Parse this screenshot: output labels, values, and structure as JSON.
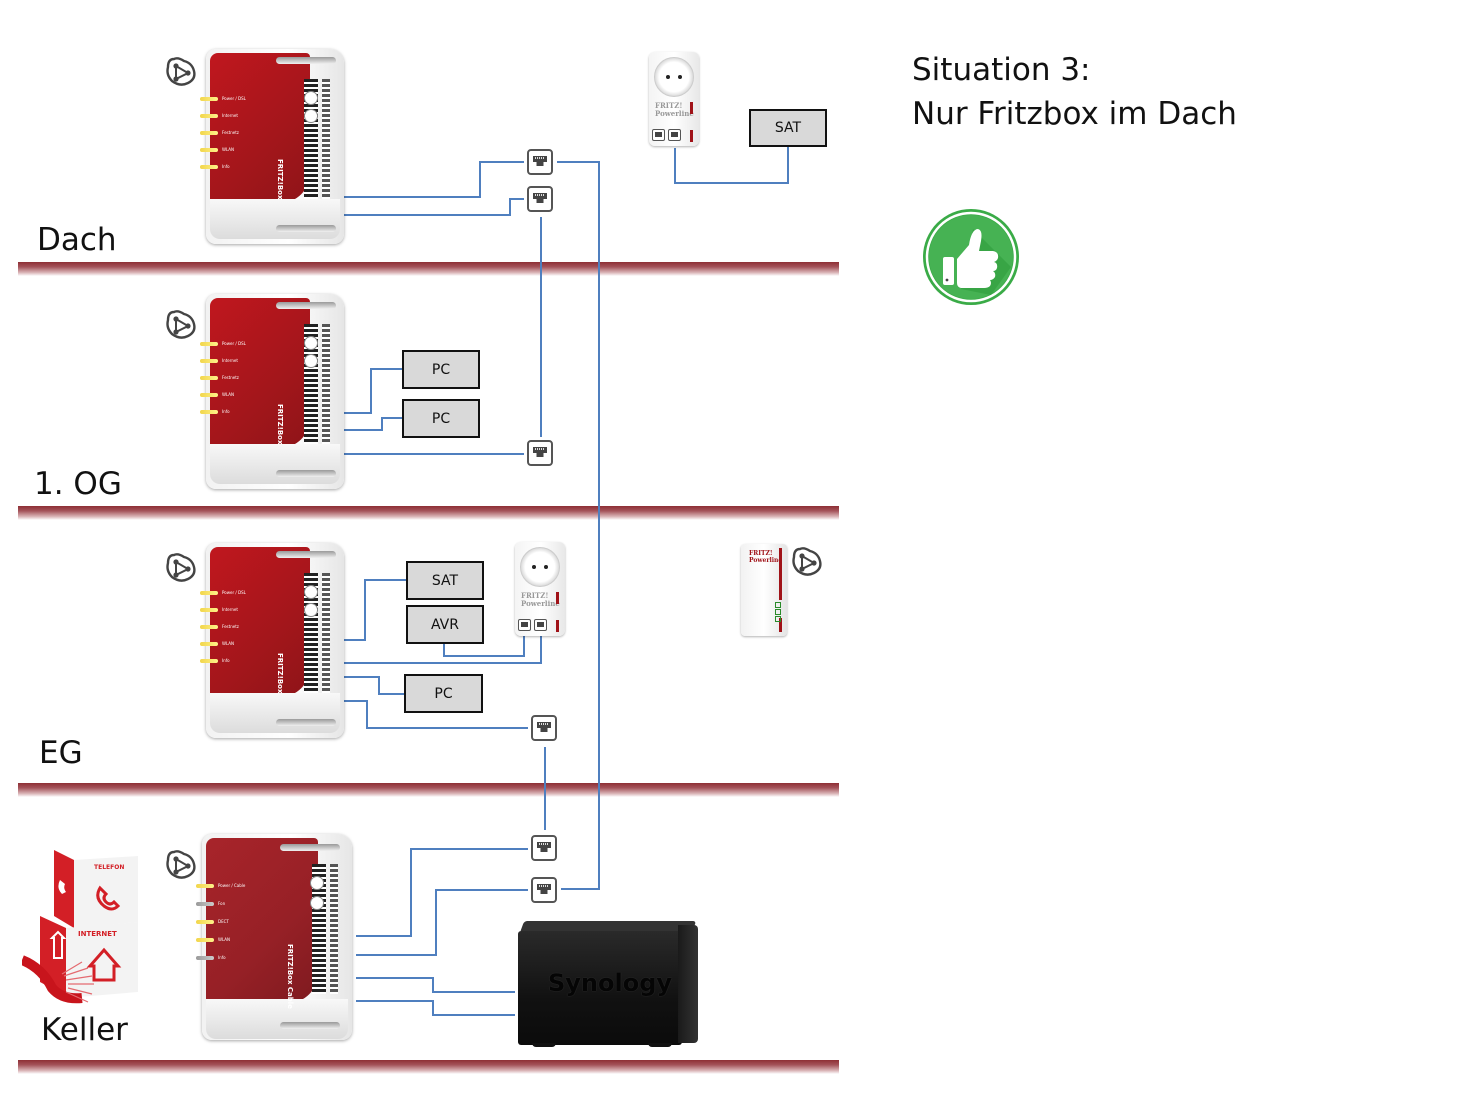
{
  "title": {
    "line1": "Situation 3:",
    "line2": "Nur Fritzbox im Dach"
  },
  "status_icon": "thumbs-up-icon",
  "colors": {
    "cable": "#4f7fbf",
    "divider": "#8e2f35",
    "device_box_fill": "#d9d9d9",
    "fritzbox_red": "#b3161c",
    "thumbs_green": "#3aab47"
  },
  "floors": [
    {
      "id": "dach",
      "label": "Dach"
    },
    {
      "id": "og1",
      "label": "1. OG"
    },
    {
      "id": "eg",
      "label": "EG"
    },
    {
      "id": "keller",
      "label": "Keller"
    }
  ],
  "devices": {
    "dach_sat": "SAT",
    "og_pc1": "PC",
    "og_pc2": "PC",
    "eg_sat": "SAT",
    "eg_avr": "AVR",
    "eg_pc": "PC"
  },
  "router_brand": "FRITZ!Box",
  "router_brand_cable": "FRITZ!Box Cable",
  "router_leds": [
    "Power / DSL",
    "Internet",
    "Festnetz",
    "WLAN",
    "Info"
  ],
  "router_leds_cable": [
    "Power / Cable",
    "Fon",
    "DECT",
    "WLAN",
    "Info"
  ],
  "powerline_brand": "FRITZ! Powerline",
  "repeater_brand": "FRITZ! Powerline",
  "provider": {
    "telefon": "TELEFON",
    "internet": "INTERNET"
  },
  "nas_brand": "Synology"
}
